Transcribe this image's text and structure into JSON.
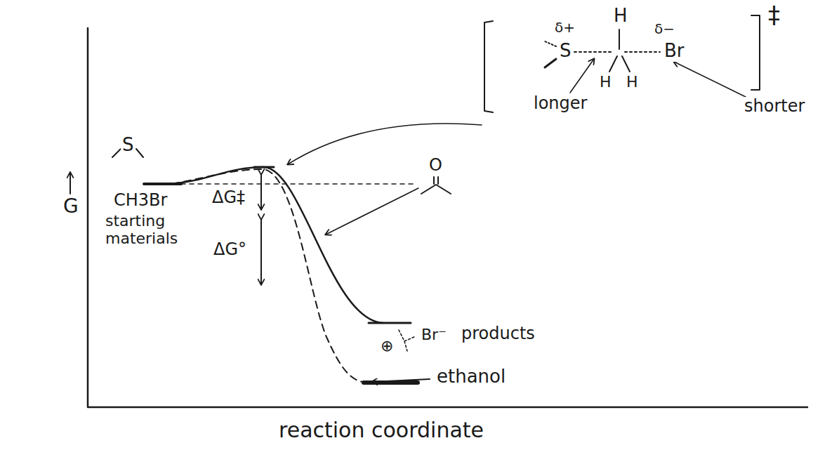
{
  "diagram": {
    "labels": [
      "G",
      "reaction coordinate",
      "S",
      "CH3Br",
      "starting materials",
      "ΔG‡",
      "ΔG°",
      "δ+",
      "S",
      "H",
      "δ−",
      "Br",
      "H",
      "H",
      "‡",
      "longer",
      "shorter",
      "O",
      "⊕",
      "Br⁻",
      "products",
      "ethanol"
    ]
  }
}
